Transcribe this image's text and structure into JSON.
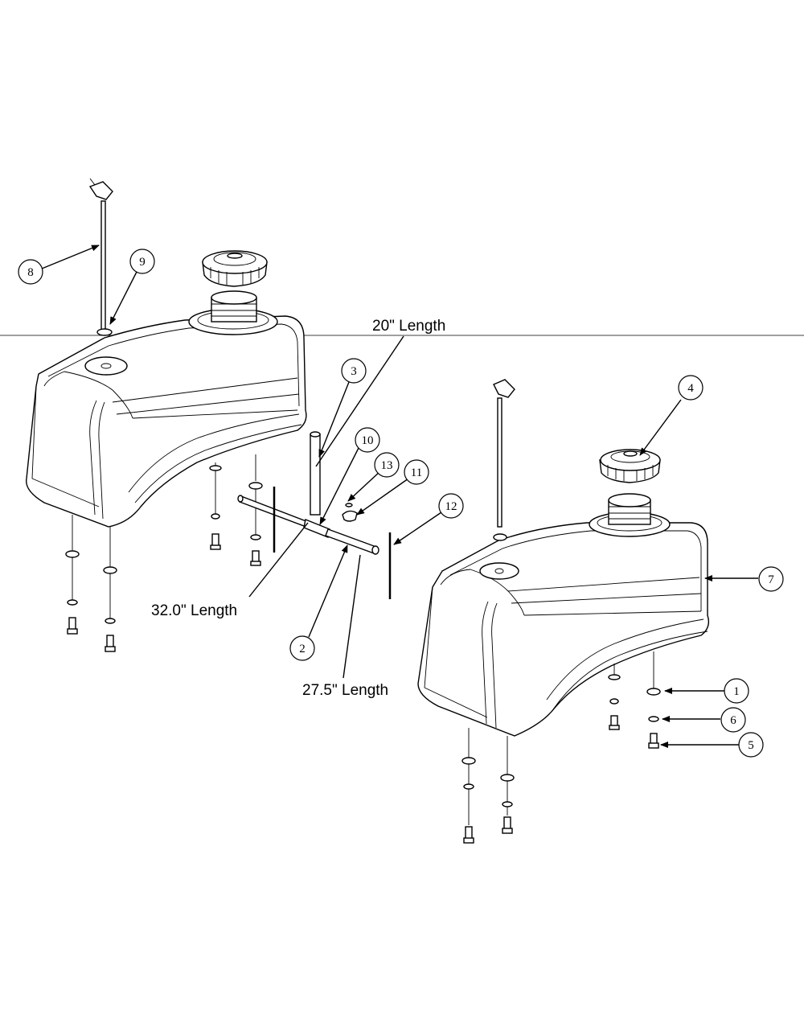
{
  "diagram": {
    "callouts": {
      "c1": "1",
      "c2": "2",
      "c3": "3",
      "c4": "4",
      "c5": "5",
      "c6": "6",
      "c7": "7",
      "c8": "8",
      "c9": "9",
      "c10": "10",
      "c11": "11",
      "c12": "12",
      "c13": "13"
    },
    "length_labels": {
      "l20": "20\" Length",
      "l32": "32.0\" Length",
      "l27": "27.5\" Length"
    }
  }
}
